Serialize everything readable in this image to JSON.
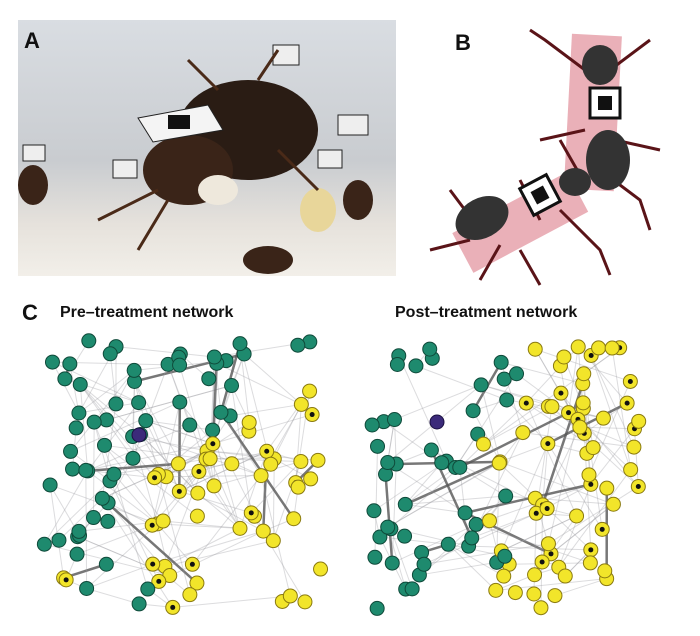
{
  "panels": {
    "a": {
      "label": "A"
    },
    "b": {
      "label": "B"
    },
    "c": {
      "label": "C",
      "pre_title": "Pre–treatment network",
      "post_title": "Post–treatment network"
    }
  },
  "colors": {
    "untreated_node": "#1e8a6e",
    "treated_node": "#f2e52a",
    "focal_node": "#3b2a7a",
    "edge": "#9a9aa0"
  }
}
